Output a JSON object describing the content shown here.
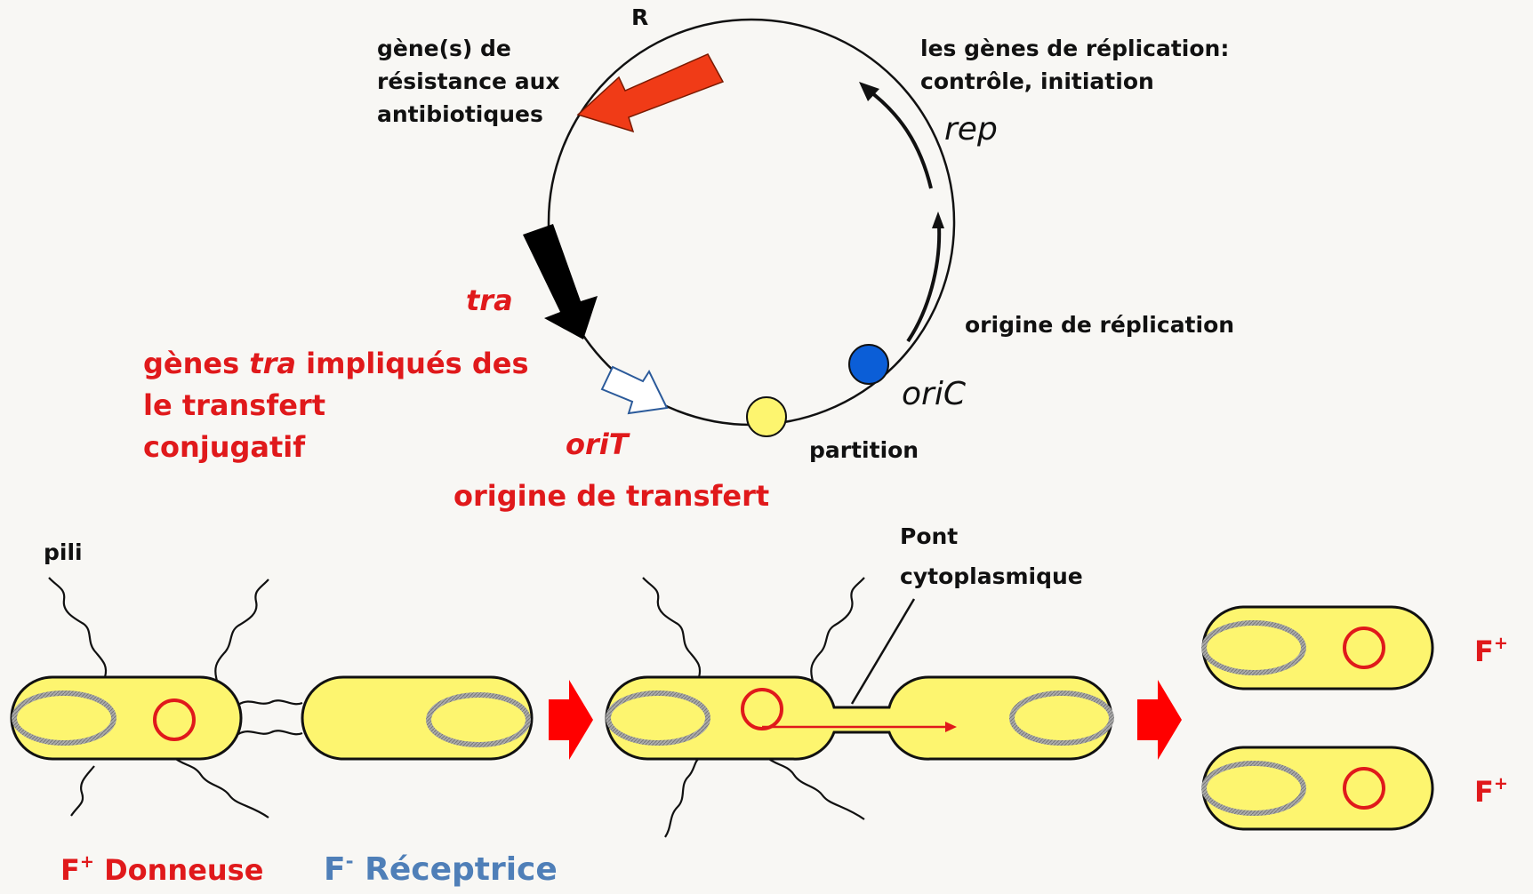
{
  "plasmid": {
    "R_label": "R",
    "resistance": [
      "gène(s) de",
      "résistance aux",
      "antibiotiques"
    ],
    "replication_genes": [
      "les gènes de réplication:",
      "contrôle, initiation"
    ],
    "rep": "rep",
    "tra": "tra",
    "tra_desc": {
      "line1_pre": "gènes ",
      "line1_ital": "tra",
      "line1_post": " impliqués des",
      "line2": "le transfert",
      "line3": "conjugatif"
    },
    "oriT": "oriT",
    "oriT_desc": "origine de transfert",
    "ori_replication": "origine de réplication",
    "oriC": "oriC",
    "partition": "partition"
  },
  "conjugation": {
    "pili": "pili",
    "pont": [
      "Pont",
      "cytoplasmique"
    ],
    "donor": {
      "F": "F",
      "sup": "+",
      "word": " Donneuse"
    },
    "recipient": {
      "F": "F",
      "sup": "-",
      "word": " Réceptrice"
    },
    "result_top": {
      "F": "F",
      "sup": "+"
    },
    "result_bottom": {
      "F": "F",
      "sup": "+"
    }
  },
  "colors": {
    "cell_fill": "#fdf56f",
    "accent_red": "#e0191b",
    "arrow_red": "#f03b17",
    "oriC_blue": "#0b5ed7",
    "partition_yellow": "#fdf56f",
    "recipient_blue": "#4f7fb8"
  }
}
